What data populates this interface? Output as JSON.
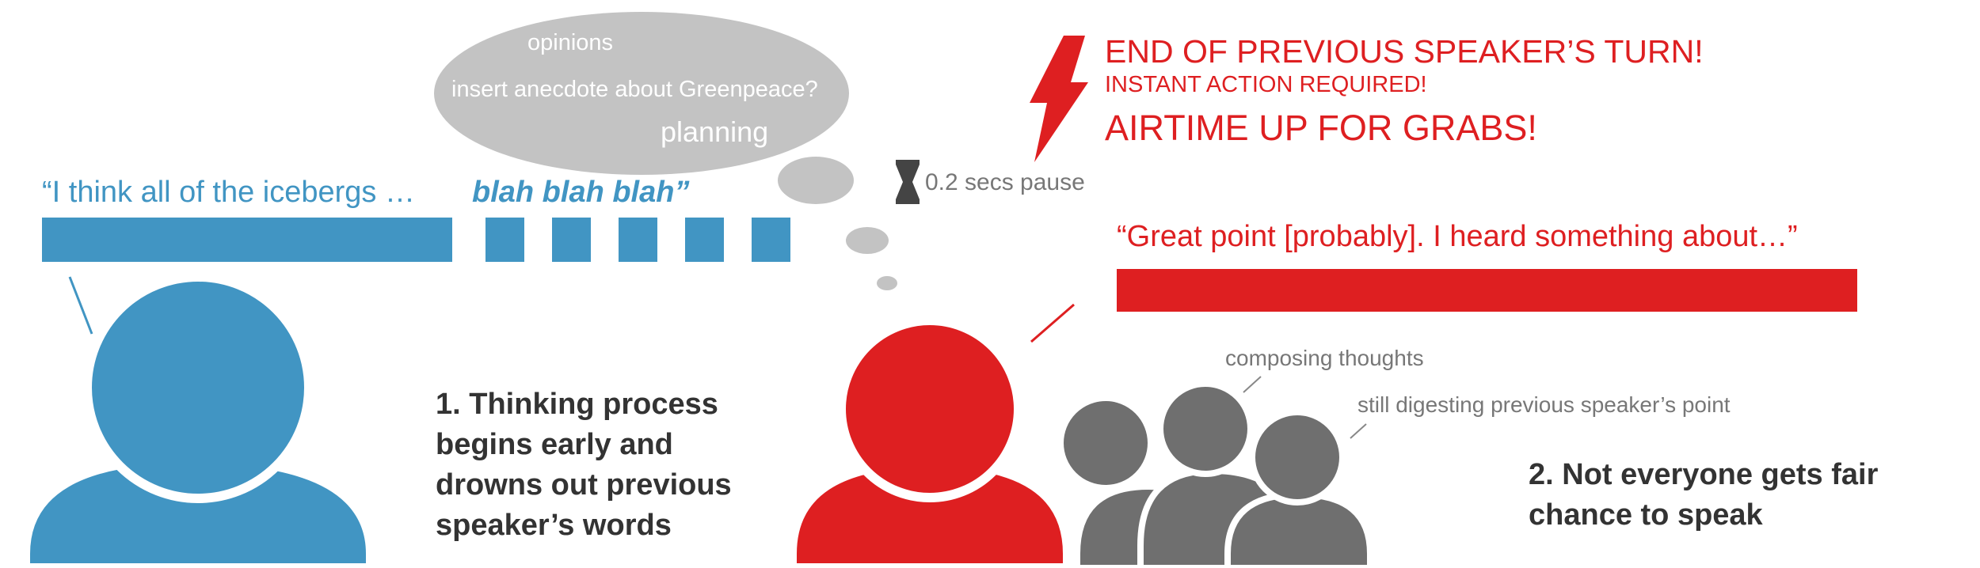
{
  "colors": {
    "blue": "#4195c3",
    "red": "#de1f21",
    "dark_grey": "#6f6f6f",
    "bubble_grey": "#c3c3c3",
    "text_dark": "#333333"
  },
  "icons": {
    "lightning": "lightning-bolt-icon",
    "pause": "hourglass-icon"
  },
  "first_speaker": {
    "quote_start": "“I think all of the icebergs …",
    "quote_end": "blah blah blah”"
  },
  "thought_bubble": {
    "line1": "opinions",
    "line2": "insert anecdote about Greenpeace?",
    "line3": "planning"
  },
  "pause": {
    "label": "0.2 secs pause"
  },
  "alert": {
    "line1": "END OF PREVIOUS SPEAKER’S TURN!",
    "line2": "INSTANT ACTION REQUIRED!",
    "line3": "AIRTIME UP FOR GRABS!"
  },
  "second_speaker": {
    "quote": "“Great point [probably]. I heard something about…”"
  },
  "group": {
    "label1": "composing thoughts",
    "label2": "still digesting previous speaker’s point"
  },
  "captions": {
    "point1_line1": "1. Thinking process",
    "point1_line2": "begins early and",
    "point1_line3": "drowns out previous",
    "point1_line4": "speaker’s words",
    "point2_line1": "2. Not everyone gets fair",
    "point2_line2": "chance to speak"
  }
}
